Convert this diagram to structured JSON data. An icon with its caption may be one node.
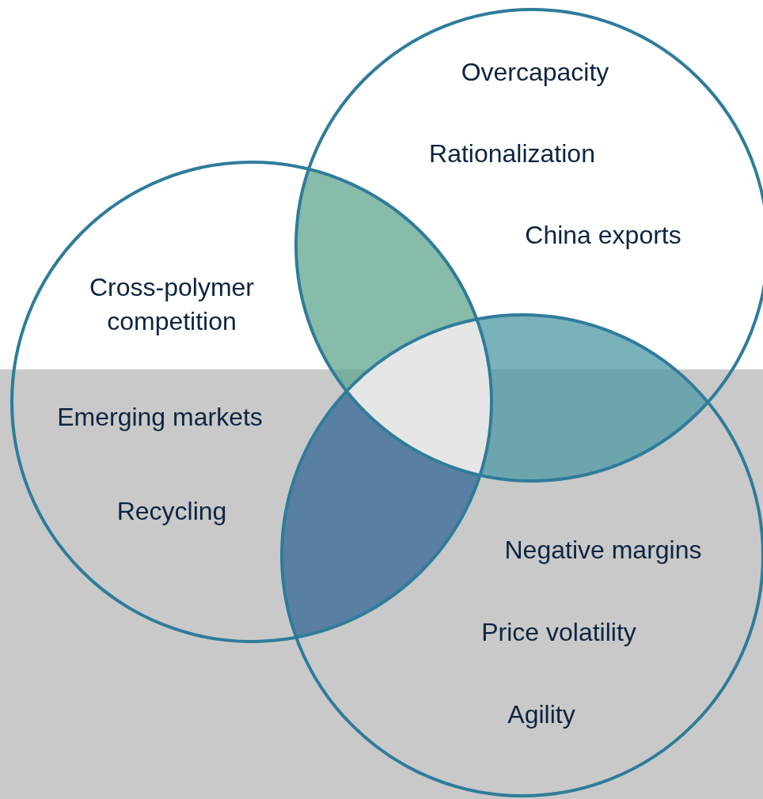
{
  "diagram": {
    "nodes": [
      {
        "text": [
          "Overcapacity",
          "Rationalization",
          "China exports"
        ]
      },
      {
        "text": [
          "Cross-polymer competition",
          "Emerging markets",
          "Recycling"
        ]
      },
      {
        "text": [
          "Negative margins",
          "Price volatility",
          "Agility"
        ]
      }
    ],
    "edges": []
  }
}
